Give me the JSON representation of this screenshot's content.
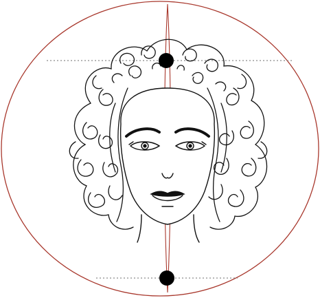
{
  "figure": {
    "colors": {
      "outline": "#a8372c",
      "guide_dots": "#8a8a8a",
      "ink": "#111111",
      "background": "#ffffff"
    },
    "markers": [
      "top-marker-dot",
      "bottom-marker-dot"
    ],
    "guides": [
      "top-horizontal-guide",
      "bottom-horizontal-guide",
      "vertical-axis"
    ]
  }
}
